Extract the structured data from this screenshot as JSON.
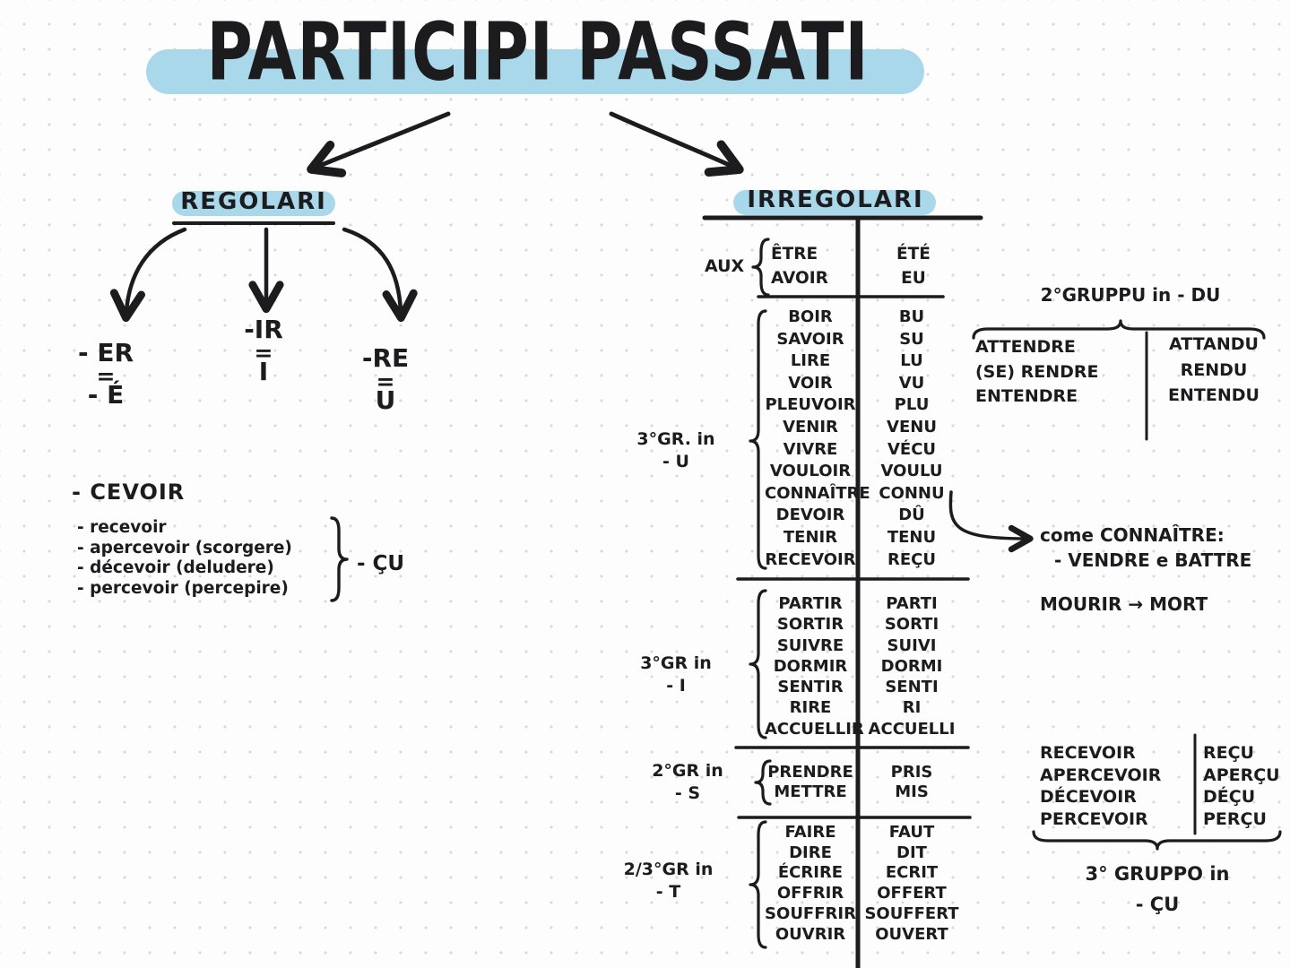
{
  "colors": {
    "ink": "#1c1c1e",
    "highlight": "#a8d8ea",
    "dot": "#d7d7d7",
    "background": "#fdfdfe"
  },
  "title": {
    "text": "PARTICIPI PASSATI"
  },
  "regolari": {
    "header": "REGOLARI",
    "endings": [
      {
        "from": "- ER",
        "eq": "=",
        "to": "- É"
      },
      {
        "from": "-IR",
        "eq": "=",
        "to": "I"
      },
      {
        "from": "-RE",
        "eq": "=",
        "to": "U"
      }
    ],
    "cevoir": {
      "head": "- CEVOIR",
      "items": [
        "- recevoir",
        "- apercevoir (scorgere)",
        "- décevoir (deludere)",
        "- percevoir (percepire)"
      ],
      "result": "- ÇU"
    }
  },
  "irregolari": {
    "header": "IRREGOLARI",
    "aux_label": "AUX",
    "aux_rows": [
      {
        "verb": "ÊTRE",
        "pp": "ÉTÉ"
      },
      {
        "verb": "AVOIR",
        "pp": "EU"
      }
    ],
    "groups": [
      {
        "label1": "3°GR. in",
        "label2": "- U",
        "rows": [
          {
            "verb": "BOIR",
            "pp": "BU"
          },
          {
            "verb": "SAVOIR",
            "pp": "SU"
          },
          {
            "verb": "LIRE",
            "pp": "LU"
          },
          {
            "verb": "VOIR",
            "pp": "VU"
          },
          {
            "verb": "PLEUVOIR",
            "pp": "PLU"
          },
          {
            "verb": "VENIR",
            "pp": "VENU"
          },
          {
            "verb": "VIVRE",
            "pp": "VÉCU"
          },
          {
            "verb": "VOULOIR",
            "pp": "VOULU"
          },
          {
            "verb": "CONNAÎTRE",
            "pp": "CONNU"
          },
          {
            "verb": "DEVOIR",
            "pp": "DÛ"
          },
          {
            "verb": "TENIR",
            "pp": "TENU"
          },
          {
            "verb": "RECEVOIR",
            "pp": "REÇU"
          }
        ]
      },
      {
        "label1": "3°GR in",
        "label2": "- I",
        "rows": [
          {
            "verb": "PARTIR",
            "pp": "PARTI"
          },
          {
            "verb": "SORTIR",
            "pp": "SORTI"
          },
          {
            "verb": "SUIVRE",
            "pp": "SUIVI"
          },
          {
            "verb": "DORMIR",
            "pp": "DORMI"
          },
          {
            "verb": "SENTIR",
            "pp": "SENTI"
          },
          {
            "verb": "RIRE",
            "pp": "RI"
          },
          {
            "verb": "ACCUELLIR",
            "pp": "ACCUELLI"
          }
        ]
      },
      {
        "label1": "2°GR in",
        "label2": "- S",
        "rows": [
          {
            "verb": "PRENDRE",
            "pp": "PRIS"
          },
          {
            "verb": "METTRE",
            "pp": "MIS"
          }
        ]
      },
      {
        "label1": "2/3°GR in",
        "label2": "- T",
        "rows": [
          {
            "verb": "FAIRE",
            "pp": "FAUT"
          },
          {
            "verb": "DIRE",
            "pp": "DIT"
          },
          {
            "verb": "ÉCRIRE",
            "pp": "ECRIT"
          },
          {
            "verb": "OFFRIR",
            "pp": "OFFERT"
          },
          {
            "verb": "SOUFFRIR",
            "pp": "SOUFFERT"
          },
          {
            "verb": "OUVRIR",
            "pp": "OUVERT"
          }
        ]
      }
    ]
  },
  "notes": {
    "du": {
      "title": "2°GRUPPU in  - DU",
      "rows": [
        {
          "verb": "ATTENDRE",
          "pp": "ATTANDU"
        },
        {
          "verb": "(SE) RENDRE",
          "pp": "RENDU"
        },
        {
          "verb": "ENTENDRE",
          "pp": "ENTENDU"
        }
      ]
    },
    "connaitre": {
      "line1": "come CONNAÎTRE:",
      "line2": "- VENDRE e BATTRE"
    },
    "mourir": "MOURIR → MORT",
    "cu": {
      "rows": [
        {
          "verb": "RECEVOIR",
          "pp": "REÇU"
        },
        {
          "verb": "APERCEVOIR",
          "pp": "APERÇU"
        },
        {
          "verb": "DÉCEVOIR",
          "pp": "DÉÇU"
        },
        {
          "verb": "PERCEVOIR",
          "pp": "PERÇU"
        }
      ],
      "caption1": "3° GRUPPO in",
      "caption2": "- ÇU"
    }
  }
}
